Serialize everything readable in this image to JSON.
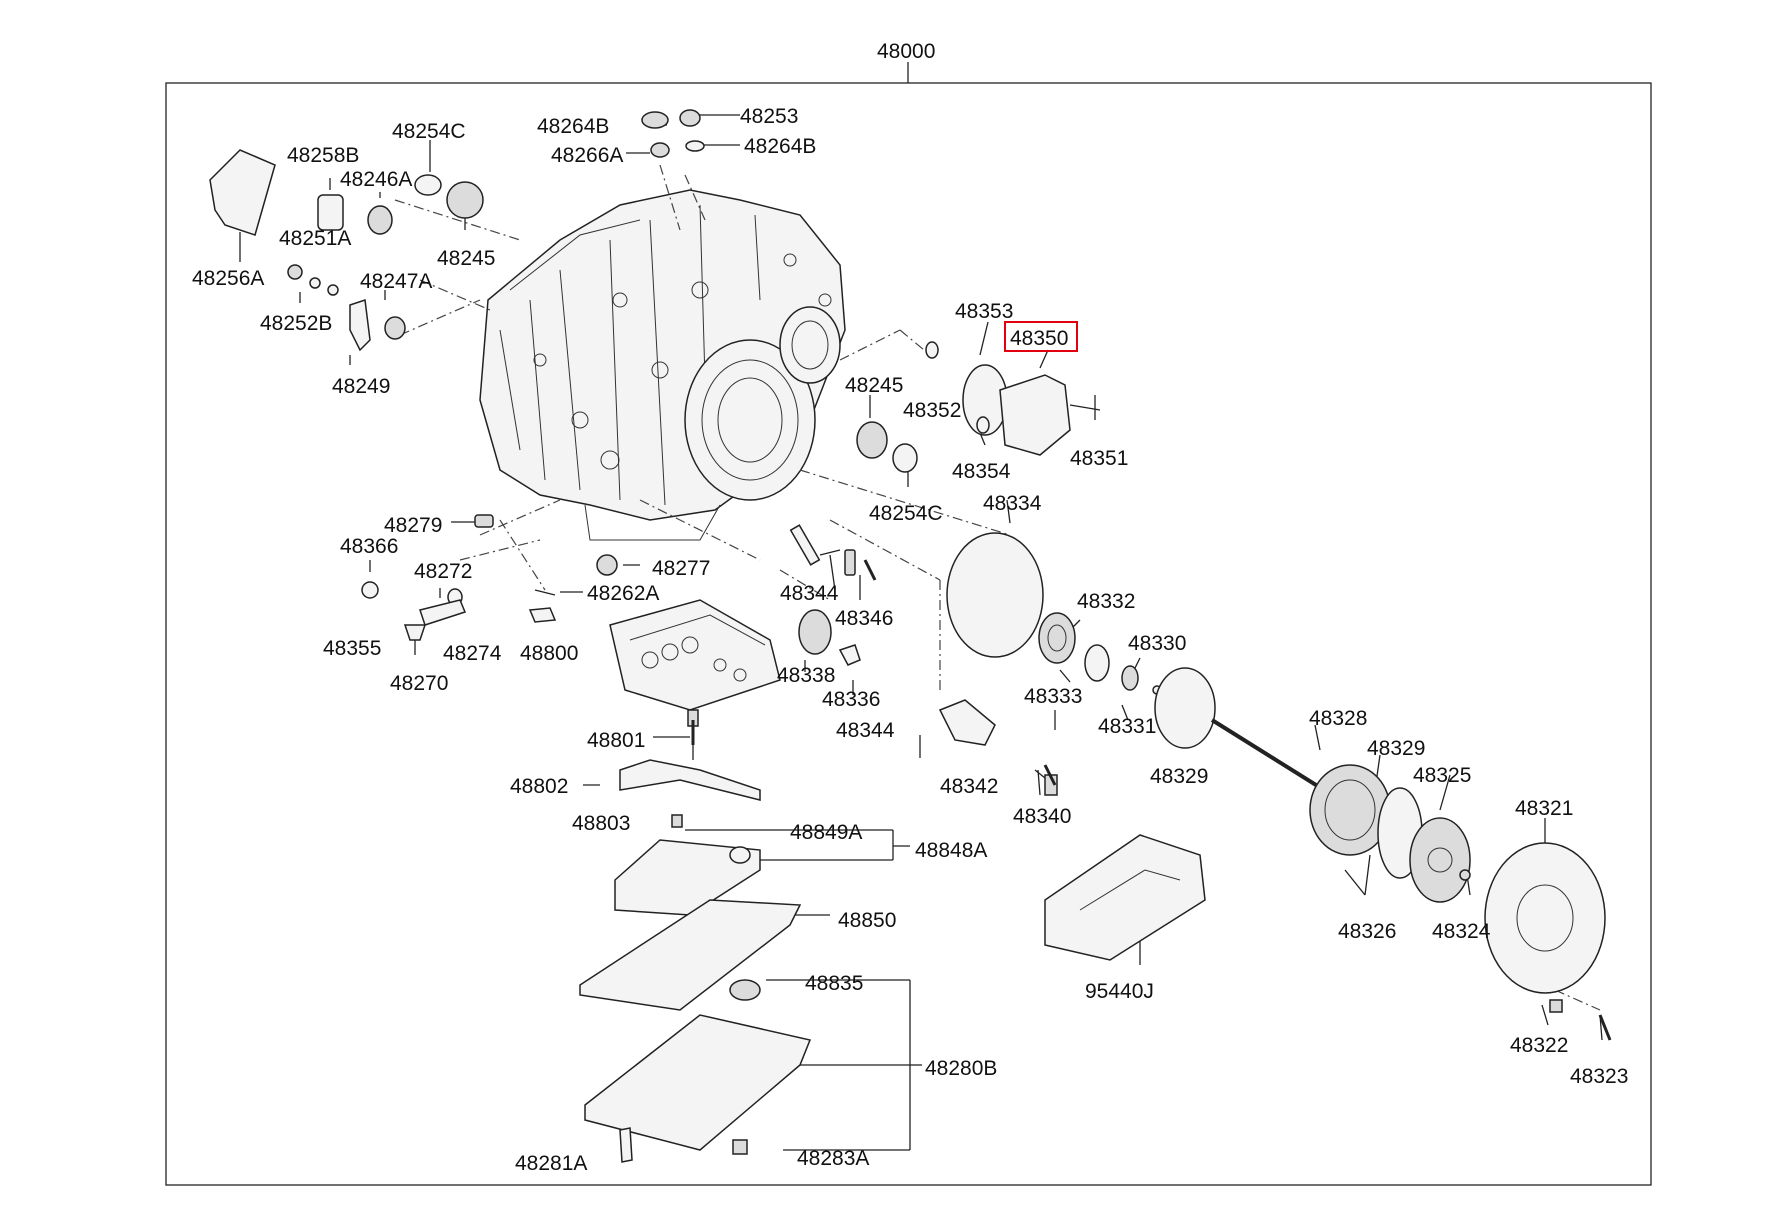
{
  "diagram": {
    "assembly_number": "48000",
    "highlighted_part": "48350",
    "highlight_color": "#e0000f",
    "labels": [
      {
        "id": "48000",
        "text": "48000"
      },
      {
        "id": "48264B_a",
        "text": "48264B"
      },
      {
        "id": "48253",
        "text": "48253"
      },
      {
        "id": "48266A",
        "text": "48266A"
      },
      {
        "id": "48264B_b",
        "text": "48264B"
      },
      {
        "id": "48254C_a",
        "text": "48254C"
      },
      {
        "id": "48258B",
        "text": "48258B"
      },
      {
        "id": "48246A",
        "text": "48246A"
      },
      {
        "id": "48251A",
        "text": "48251A"
      },
      {
        "id": "48245_a",
        "text": "48245"
      },
      {
        "id": "48256A",
        "text": "48256A"
      },
      {
        "id": "48247A",
        "text": "48247A"
      },
      {
        "id": "48252B",
        "text": "48252B"
      },
      {
        "id": "48249",
        "text": "48249"
      },
      {
        "id": "48353",
        "text": "48353"
      },
      {
        "id": "48350",
        "text": "48350"
      },
      {
        "id": "48245_b",
        "text": "48245"
      },
      {
        "id": "48352",
        "text": "48352"
      },
      {
        "id": "48351",
        "text": "48351"
      },
      {
        "id": "48354",
        "text": "48354"
      },
      {
        "id": "48254C_b",
        "text": "48254C"
      },
      {
        "id": "48334",
        "text": "48334"
      },
      {
        "id": "48279",
        "text": "48279"
      },
      {
        "id": "48366",
        "text": "48366"
      },
      {
        "id": "48272",
        "text": "48272"
      },
      {
        "id": "48277",
        "text": "48277"
      },
      {
        "id": "48262A",
        "text": "48262A"
      },
      {
        "id": "48344_a",
        "text": "48344"
      },
      {
        "id": "48346",
        "text": "48346"
      },
      {
        "id": "48332",
        "text": "48332"
      },
      {
        "id": "48330",
        "text": "48330"
      },
      {
        "id": "48355",
        "text": "48355"
      },
      {
        "id": "48274",
        "text": "48274"
      },
      {
        "id": "48800",
        "text": "48800"
      },
      {
        "id": "48338",
        "text": "48338"
      },
      {
        "id": "48270",
        "text": "48270"
      },
      {
        "id": "48336",
        "text": "48336"
      },
      {
        "id": "48333",
        "text": "48333"
      },
      {
        "id": "48331",
        "text": "48331"
      },
      {
        "id": "48328",
        "text": "48328"
      },
      {
        "id": "48801",
        "text": "48801"
      },
      {
        "id": "48344_b",
        "text": "48344"
      },
      {
        "id": "48329_a",
        "text": "48329"
      },
      {
        "id": "48329_b",
        "text": "48329"
      },
      {
        "id": "48325",
        "text": "48325"
      },
      {
        "id": "48802",
        "text": "48802"
      },
      {
        "id": "48342",
        "text": "48342"
      },
      {
        "id": "48321",
        "text": "48321"
      },
      {
        "id": "48340",
        "text": "48340"
      },
      {
        "id": "48803",
        "text": "48803"
      },
      {
        "id": "48849A",
        "text": "48849A"
      },
      {
        "id": "48848A",
        "text": "48848A"
      },
      {
        "id": "48850",
        "text": "48850"
      },
      {
        "id": "48326",
        "text": "48326"
      },
      {
        "id": "48324",
        "text": "48324"
      },
      {
        "id": "48835",
        "text": "48835"
      },
      {
        "id": "95440J",
        "text": "95440J"
      },
      {
        "id": "48280B",
        "text": "48280B"
      },
      {
        "id": "48322",
        "text": "48322"
      },
      {
        "id": "48323",
        "text": "48323"
      },
      {
        "id": "48281A",
        "text": "48281A"
      },
      {
        "id": "48283A",
        "text": "48283A"
      }
    ]
  }
}
